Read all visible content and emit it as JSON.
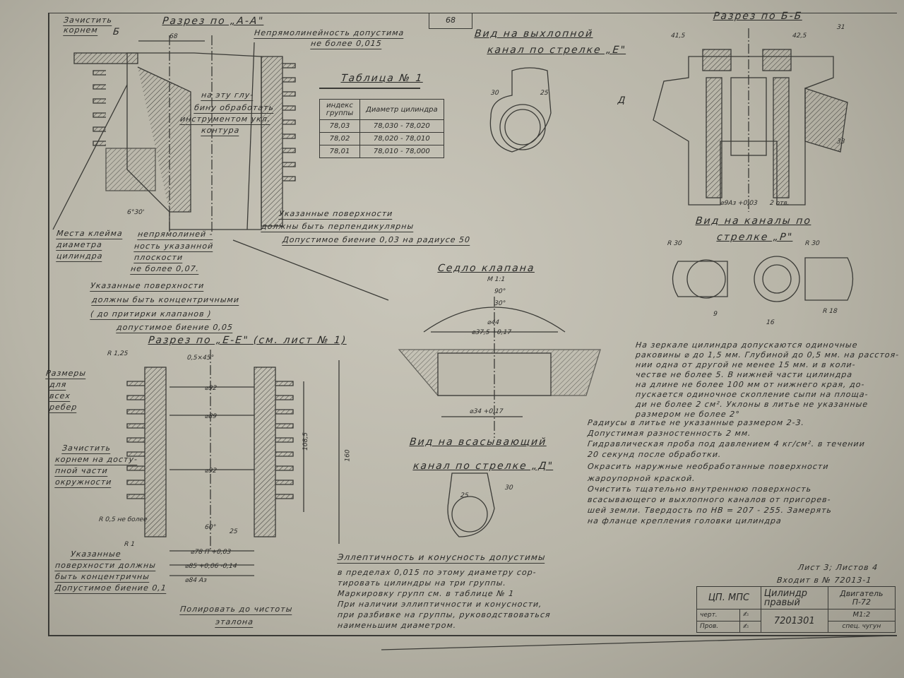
{
  "page_number": "68",
  "section_aa": {
    "title": "Разрез по „А-А\"",
    "clean_note": [
      "Зачистить",
      "корнем"
    ],
    "section_mark": "Б",
    "dim_68": "68",
    "straightness_note": [
      "Непрямолинейность допустима",
      "не более 0,015"
    ],
    "depth_note": [
      "на эту глу-",
      "бину обработать",
      "инструментом укл.",
      "контура"
    ],
    "perp_note": [
      "Указанные поверхности",
      "должны быть перпендикулярны"
    ],
    "runout_note": "Допустимое биение 0,03 на радиусе 50",
    "stamp_note": [
      "Места клейма",
      "диаметра",
      "цилиндра"
    ],
    "flatness_note": [
      "непрямолиней -",
      "ность указанной",
      "плоскости",
      "не более 0,07."
    ],
    "concentric_note": [
      "Указанные поверхности",
      "должны быть концентричными",
      "( до притирки клапанов )",
      "допустимое биение 0,05"
    ],
    "angle": "6°30'"
  },
  "table1": {
    "title": "Таблица № 1",
    "headers": [
      "индекс группы",
      "Диаметр цилиндра"
    ],
    "rows": [
      [
        "78,03",
        "78,030 - 78,020"
      ],
      [
        "78,02",
        "78,020 - 78,010"
      ],
      [
        "78,01",
        "78,010 - 78,000"
      ]
    ]
  },
  "exhaust_view": {
    "title": [
      "Вид на выхлопной",
      "канал по стрелке „Е\""
    ],
    "dims": [
      "30",
      "25"
    ]
  },
  "intake_view": {
    "title": [
      "Вид на всасывающий",
      "канал по стрелке „Д\""
    ],
    "dims": [
      "25",
      "30"
    ]
  },
  "valve_seat": {
    "title": "Седло клапана",
    "scale": "М 1:1",
    "dims": [
      "90°",
      "30°",
      "⌀44",
      "⌀37,5 +0,17",
      "⌀34 +0,17"
    ]
  },
  "section_bb": {
    "title": "Разрез по Б-Б",
    "dims": [
      "41,5",
      "42,5",
      "31",
      "33",
      "2 отв.",
      "⌀9Аз +0,03"
    ],
    "arrow_mark": "Д"
  },
  "channels_view": {
    "title": [
      "Вид на каналы по",
      "стрелке „Р\""
    ],
    "dims": [
      "R 30",
      "R 30",
      "9",
      "16",
      "R 18"
    ]
  },
  "section_ee": {
    "title": "Разрез по „Е-Е\" (см. лист № 1)",
    "fin_note": [
      "Размеры",
      "для",
      "всех",
      "ребер"
    ],
    "clean_note": [
      "Зачистить",
      "корнем на досту-",
      "пной части",
      "окружности"
    ],
    "radius_note": "R 0,5 не более",
    "concentric_note": [
      "Указанные",
      "поверхности должны",
      "быть концентричны",
      "Допустимое биение 0,1"
    ],
    "polish_note": [
      "Полировать до чистоты",
      "эталона"
    ],
    "dims": [
      "R 1,25",
      "0,5×45°",
      "⌀92",
      "⌀89",
      "⌀92",
      "60°",
      "⌀78 П +0,03",
      "⌀85 +0,06 -0,14",
      "⌀84 Аз",
      "160",
      "108,5",
      "25",
      "R 1"
    ]
  },
  "ellipticity_note": {
    "title": "Эллептичность и конусность допустимы",
    "lines": [
      "в пределах 0,015 по этому диаметру сор-",
      "тировать цилиндры на три группы.",
      "Маркировку групп см. в таблице № 1",
      "При наличии эллиптичности и конусности,",
      "при разбивке на группы, руководствоваться",
      "наименьшим диаметром."
    ]
  },
  "general_notes": [
    "На зеркале цилиндра допускаются одиночные",
    "раковины ⌀ до 1,5 мм. Глубиной до 0,5 мм. на расстоя-",
    "нии одна от другой не менее 15 мм. и в коли-",
    "честве не более 5. В нижней части цилиндра",
    "на длине не более 100 мм от нижнего края, до-",
    "пускается одиночное скопление сыпи на площа-",
    "ди не более 2 см². Уклоны в литье не указанные",
    "размером не более 2°",
    "Радиусы в литье не указанные размером 2-3.",
    "Допустимая разностенность 2 мм.",
    "Гидравлическая проба под давлением 4 кг/см². в течении",
    "20 секунд после обработки.",
    "Окрасить наружные необработанные поверхности",
    "жароупорной краской.",
    "Очистить тщательно внутреннюю поверхность",
    "всасывающего и выхлопного каналов от пригорев-",
    "шей земли. Твердость по НВ = 207 - 255. Замерять",
    "на фланце крепления головки цилиндра"
  ],
  "sheet_info": [
    "Лист 3; Листов 4",
    "Входит в № 72013-1"
  ],
  "title_block": {
    "org": "ЦП. МПС",
    "part_name": [
      "Цилиндр",
      "правый"
    ],
    "assembly": [
      "Двигатель",
      "П-72"
    ],
    "drawn_label": "черт.",
    "checked_label": "Пров.",
    "part_number": "7201301",
    "scale": "М1:2",
    "material": "спец. чугун"
  }
}
